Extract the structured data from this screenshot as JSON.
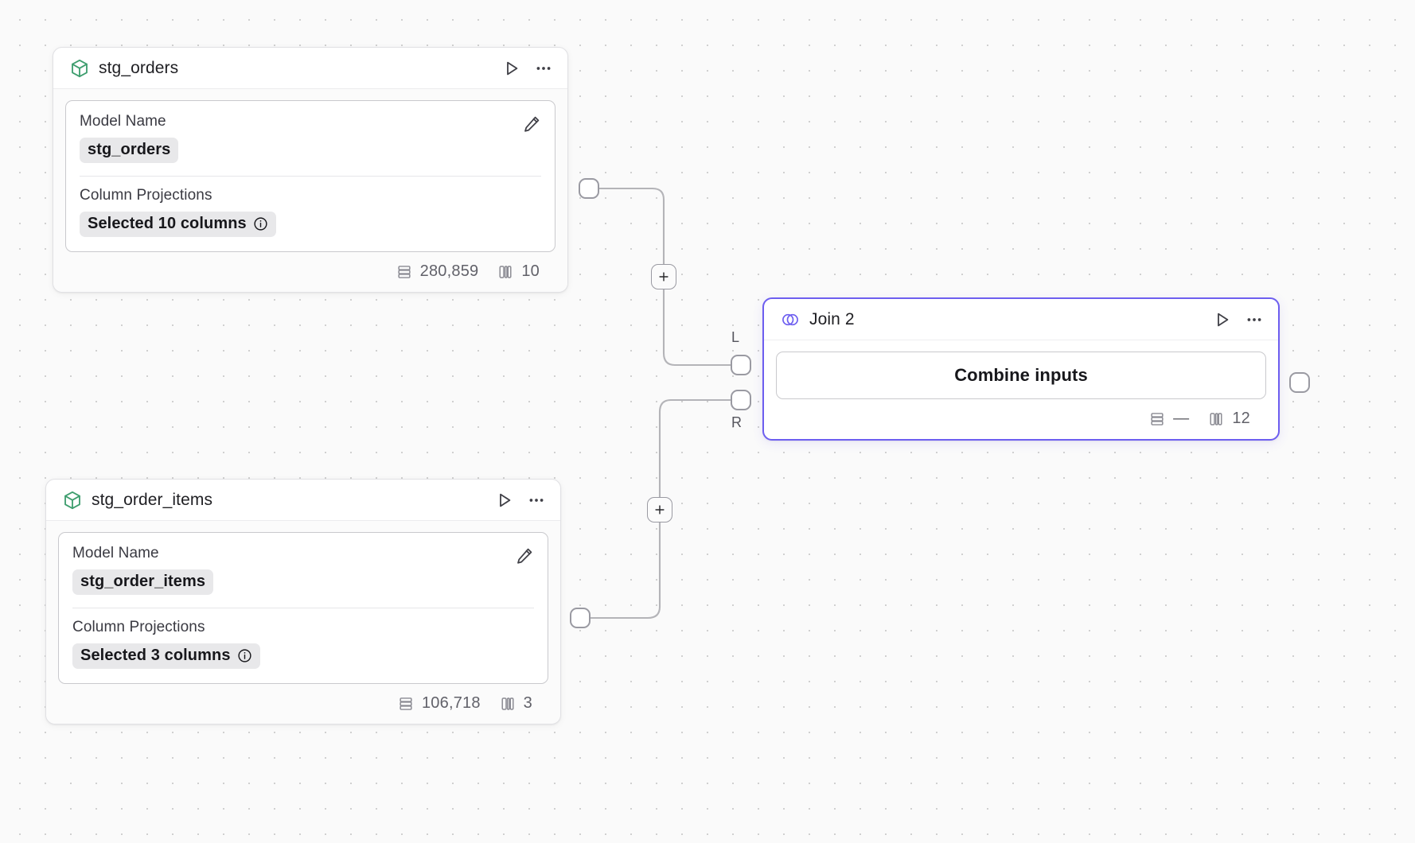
{
  "canvas": {
    "background_color": "#fafafa",
    "grid_dot_color": "#d0d0d0"
  },
  "nodes": [
    {
      "id": "stg_orders",
      "type": "model",
      "icon": "cube-icon",
      "icon_color": "#3f9e6f",
      "title": "stg_orders",
      "actions": {
        "run_label": "run-icon",
        "more_label": "more-icon"
      },
      "fields": {
        "model_name_label": "Model Name",
        "model_name_value": "stg_orders",
        "column_projections_label": "Column Projections",
        "column_projections_value": "Selected 10 columns"
      },
      "footer": {
        "rows": "280,859",
        "columns": "10"
      },
      "selected": false
    },
    {
      "id": "stg_order_items",
      "type": "model",
      "icon": "cube-icon",
      "icon_color": "#3f9e6f",
      "title": "stg_order_items",
      "actions": {
        "run_label": "run-icon",
        "more_label": "more-icon"
      },
      "fields": {
        "model_name_label": "Model Name",
        "model_name_value": "stg_order_items",
        "column_projections_label": "Column Projections",
        "column_projections_value": "Selected 3 columns"
      },
      "footer": {
        "rows": "106,718",
        "columns": "3"
      },
      "selected": false
    },
    {
      "id": "join_2",
      "type": "join",
      "icon": "venn-join-icon",
      "icon_color": "#6d5ef0",
      "title": "Join 2",
      "actions": {
        "run_label": "run-icon",
        "more_label": "more-icon"
      },
      "body": {
        "combine_label": "Combine inputs"
      },
      "footer": {
        "rows": "—",
        "columns": "12"
      },
      "selected": true,
      "accent_color": "#6d5ef0"
    }
  ],
  "ports": {
    "stg_orders_output": "",
    "stg_order_items_output": "",
    "join_left_label": "L",
    "join_right_label": "R",
    "join_output": ""
  },
  "edges": [
    {
      "id": "edge-orders-to-join-left",
      "from": "stg_orders_output",
      "to": "join_left",
      "add_button_label": "+"
    },
    {
      "id": "edge-items-to-join-right",
      "from": "stg_order_items_output",
      "to": "join_right",
      "add_button_label": "+"
    }
  ]
}
